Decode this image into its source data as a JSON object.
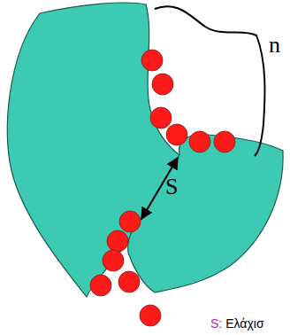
{
  "diagram": {
    "labels": [
      "n",
      "S",
      "S:",
      "Ελάχισ"
    ]
  }
}
